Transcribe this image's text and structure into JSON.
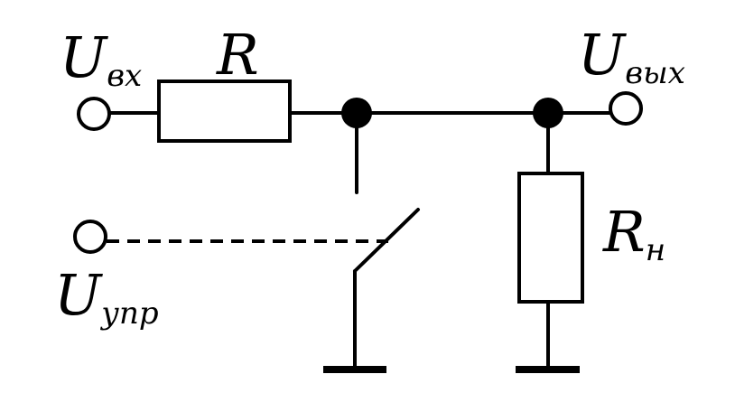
{
  "labels": {
    "input": {
      "main": "U",
      "sub": "вх"
    },
    "resistor": {
      "main": "R",
      "sub": ""
    },
    "output": {
      "main": "U",
      "sub": "вых"
    },
    "load": {
      "main": "R",
      "sub": "н"
    },
    "control": {
      "main": "U",
      "sub": "упр"
    }
  },
  "colors": {
    "stroke": "#000000",
    "background": "#ffffff"
  }
}
